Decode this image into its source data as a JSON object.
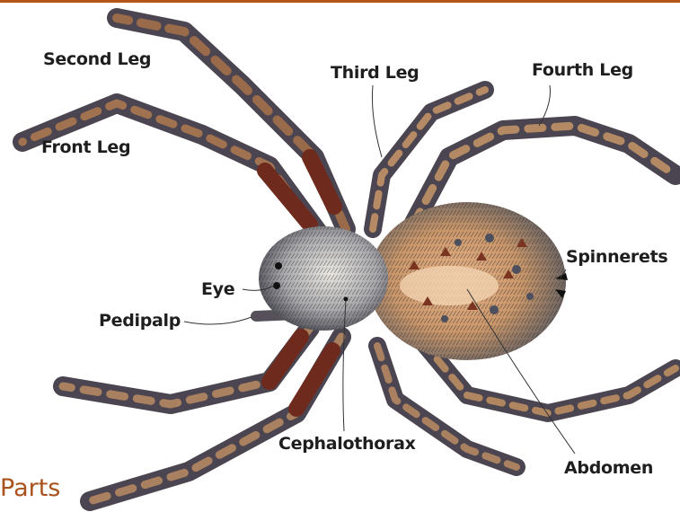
{
  "labels": {
    "second_leg": "Second Leg",
    "front_leg": "Front Leg",
    "third_leg": "Third Leg",
    "fourth_leg": "Fourth Leg",
    "spinnerets": "Spinnerets",
    "eye": "Eye",
    "pedipalp": "Pedipalp",
    "cephalothorax": "Cephalothorax",
    "abdomen": "Abdomen"
  },
  "corner_title": "Parts",
  "colors": {
    "accent_rule": "#b4561b",
    "title_color": "#a9521e",
    "label_color": "#1e1e1e"
  }
}
